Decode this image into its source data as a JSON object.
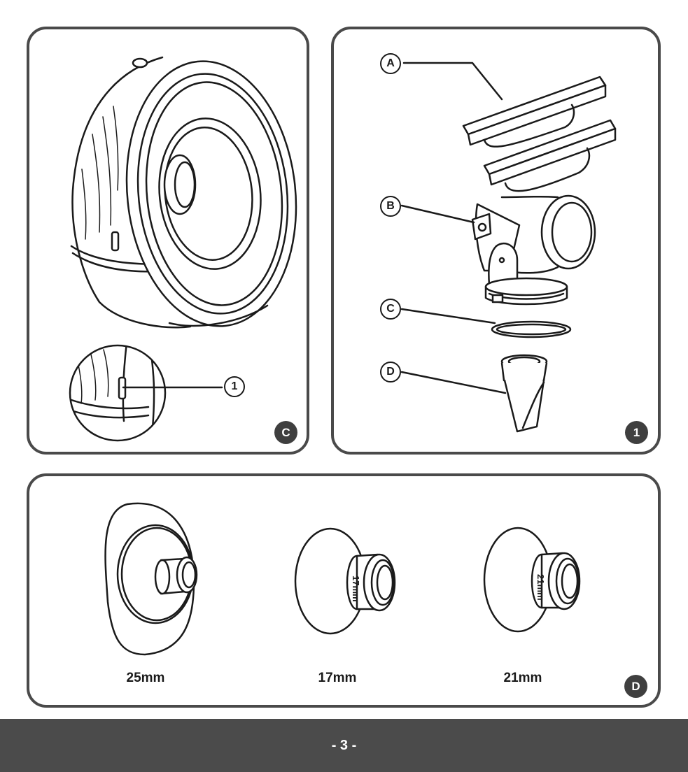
{
  "panels": {
    "c": {
      "badge": "C",
      "callouts": {
        "one": "1"
      }
    },
    "one": {
      "badge": "1",
      "callouts": {
        "a": "A",
        "b": "B",
        "c": "C",
        "d": "D"
      }
    },
    "d": {
      "badge": "D",
      "flanges": [
        {
          "label": "25mm",
          "marking": ""
        },
        {
          "label": "17mm",
          "marking": "17mm"
        },
        {
          "label": "21mm",
          "marking": "21mm"
        }
      ]
    }
  },
  "footer": {
    "page_number": "- 3 -"
  }
}
